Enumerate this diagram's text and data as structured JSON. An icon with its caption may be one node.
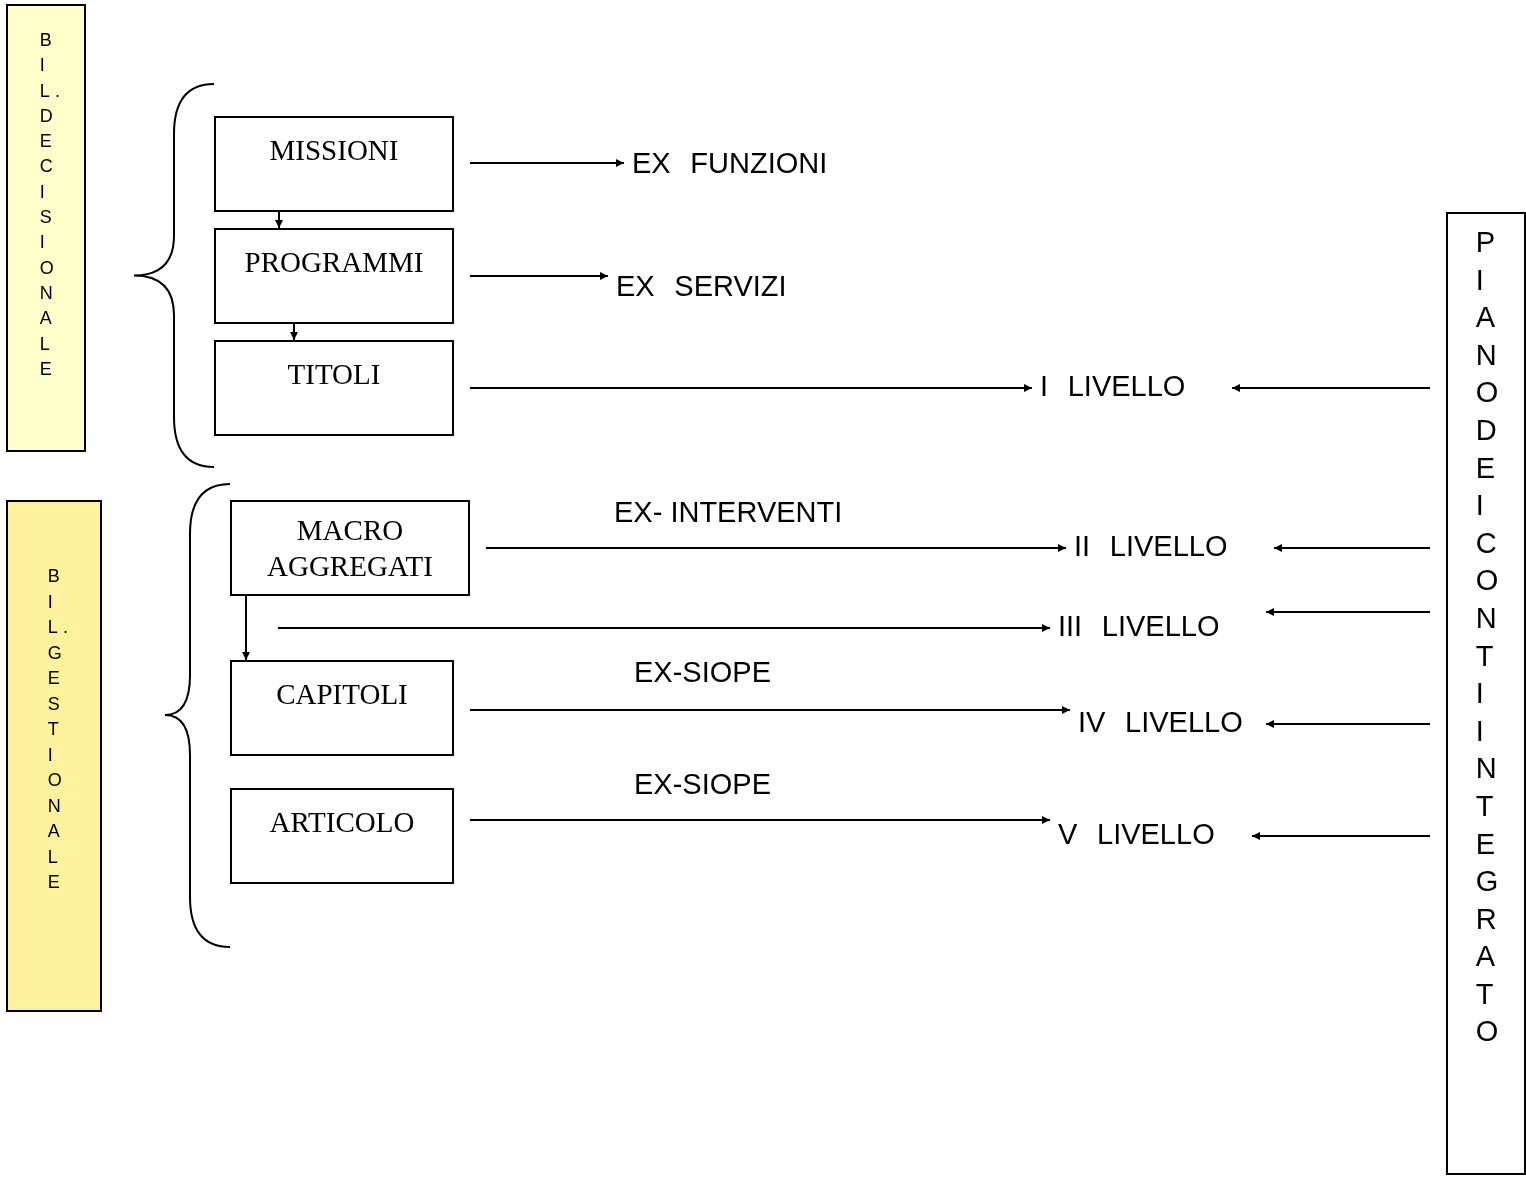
{
  "diagram": {
    "nodes": [
      {
        "text": [
          "BIL. DECISIONALE"
        ]
      },
      {
        "text": [
          "MISSIONI"
        ]
      },
      {
        "text": [
          "PROGRAMMI"
        ]
      },
      {
        "text": [
          "TITOLI"
        ]
      },
      {
        "text": [
          "EX FUNZIONI"
        ]
      },
      {
        "text": [
          "EX SERVIZI"
        ]
      },
      {
        "text": [
          "I LIVELLO"
        ]
      },
      {
        "text": [
          "PIANO DEI CONTI INTEGRATO"
        ]
      },
      {
        "text": [
          "BIL. GESTIONALE"
        ]
      },
      {
        "text": [
          "MACRO AGGREGATI"
        ]
      },
      {
        "text": [
          "CAPITOLI"
        ]
      },
      {
        "text": [
          "ARTICOLO"
        ]
      },
      {
        "text": [
          "II LIVELLO"
        ]
      },
      {
        "text": [
          "III LIVELLO"
        ]
      },
      {
        "text": [
          "IV LIVELLO"
        ]
      },
      {
        "text": [
          "V LIVELLO"
        ]
      }
    ],
    "edges": [
      {
        "from": 1,
        "to": 2,
        "arrow": "to"
      },
      {
        "from": 2,
        "to": 3,
        "arrow": "to"
      },
      {
        "from": 1,
        "to": 4,
        "arrow": "to"
      },
      {
        "from": 2,
        "to": 5,
        "arrow": "to"
      },
      {
        "from": 3,
        "to": 6,
        "arrow": "to"
      },
      {
        "from": 7,
        "to": 6,
        "arrow": "to"
      },
      {
        "from": 9,
        "to": 10,
        "arrow": "to"
      },
      {
        "from": 9,
        "to": 12,
        "arrow": "to",
        "label": "EX- INTERVENTI"
      },
      {
        "from": 7,
        "to": 12,
        "arrow": "to"
      },
      {
        "from": null,
        "to": 13,
        "arrow": "to"
      },
      {
        "from": 7,
        "to": 13,
        "arrow": "to"
      },
      {
        "from": 10,
        "to": 14,
        "arrow": "to",
        "label": "EX-SIOPE"
      },
      {
        "from": 7,
        "to": 14,
        "arrow": "to"
      },
      {
        "from": 11,
        "to": 15,
        "arrow": "to",
        "label": "EX-SIOPE"
      },
      {
        "from": 7,
        "to": 15,
        "arrow": "to"
      }
    ]
  }
}
